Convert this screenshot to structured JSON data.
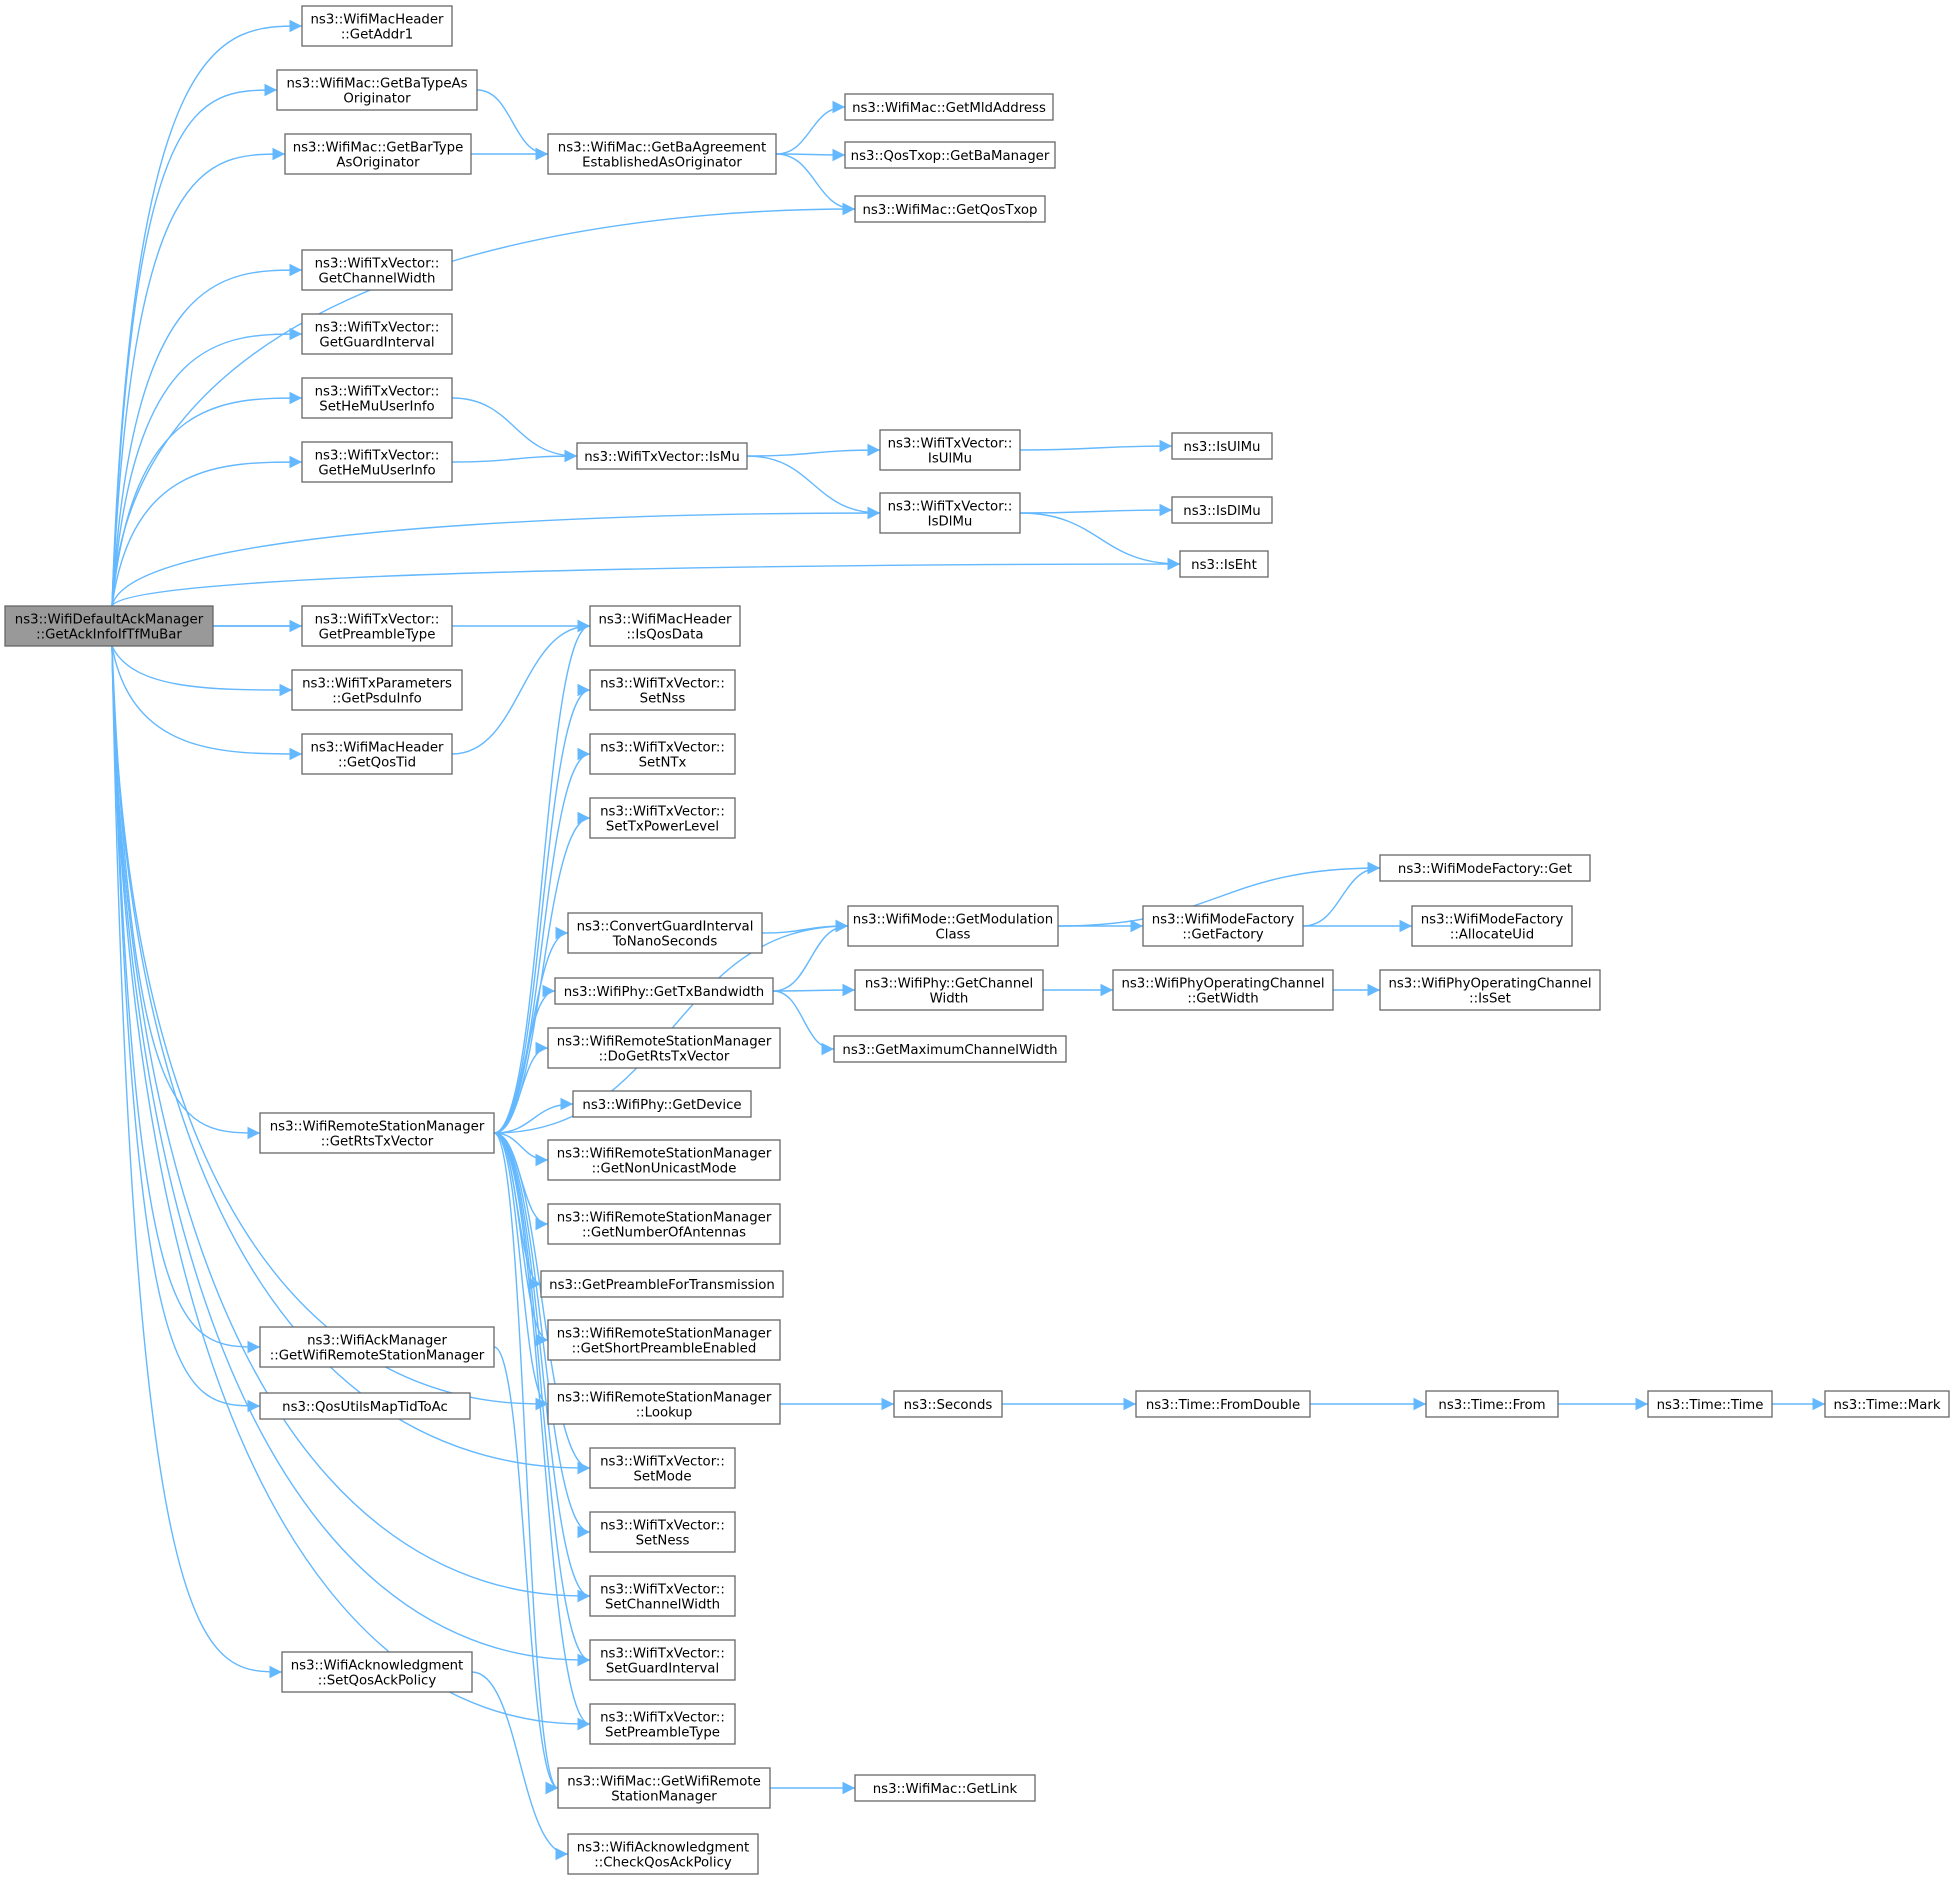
{
  "nodes": [
    {
      "id": "root",
      "lines": [
        "ns3::WifiDefaultAckManager",
        "::GetAckInfoIfTfMuBar"
      ],
      "root": true
    },
    {
      "id": "getaddr1",
      "lines": [
        "ns3::WifiMacHeader",
        "::GetAddr1"
      ]
    },
    {
      "id": "getbatypeas",
      "lines": [
        "ns3::WifiMac::GetBaTypeAs",
        "Originator"
      ]
    },
    {
      "id": "getbartype",
      "lines": [
        "ns3::WifiMac::GetBarType",
        "AsOriginator"
      ]
    },
    {
      "id": "getbaagreement",
      "lines": [
        "ns3::WifiMac::GetBaAgreement",
        "EstablishedAsOriginator"
      ]
    },
    {
      "id": "getmldaddress",
      "lines": [
        "ns3::WifiMac::GetMldAddress"
      ]
    },
    {
      "id": "getbamanager",
      "lines": [
        "ns3::QosTxop::GetBaManager"
      ]
    },
    {
      "id": "getqostxop",
      "lines": [
        "ns3::WifiMac::GetQosTxop"
      ]
    },
    {
      "id": "getchannelwidth",
      "lines": [
        "ns3::WifiTxVector::",
        "GetChannelWidth"
      ]
    },
    {
      "id": "getguardinterval",
      "lines": [
        "ns3::WifiTxVector::",
        "GetGuardInterval"
      ]
    },
    {
      "id": "sethemuuserinfo",
      "lines": [
        "ns3::WifiTxVector::",
        "SetHeMuUserInfo"
      ]
    },
    {
      "id": "gethemuuserinfo",
      "lines": [
        "ns3::WifiTxVector::",
        "GetHeMuUserInfo"
      ]
    },
    {
      "id": "ismu",
      "lines": [
        "ns3::WifiTxVector::IsMu"
      ]
    },
    {
      "id": "isulmu_v",
      "lines": [
        "ns3::WifiTxVector::",
        "IsUlMu"
      ]
    },
    {
      "id": "isulmu",
      "lines": [
        "ns3::IsUlMu"
      ]
    },
    {
      "id": "isdlmu_v",
      "lines": [
        "ns3::WifiTxVector::",
        "IsDlMu"
      ]
    },
    {
      "id": "isdlmu",
      "lines": [
        "ns3::IsDlMu"
      ]
    },
    {
      "id": "iseht",
      "lines": [
        "ns3::IsEht"
      ]
    },
    {
      "id": "getpreambletype",
      "lines": [
        "ns3::WifiTxVector::",
        "GetPreambleType"
      ]
    },
    {
      "id": "getpsduinfo",
      "lines": [
        "ns3::WifiTxParameters",
        "::GetPsduInfo"
      ]
    },
    {
      "id": "getqostid",
      "lines": [
        "ns3::WifiMacHeader",
        "::GetQosTid"
      ]
    },
    {
      "id": "isqosdata",
      "lines": [
        "ns3::WifiMacHeader",
        "::IsQosData"
      ]
    },
    {
      "id": "setnss",
      "lines": [
        "ns3::WifiTxVector::",
        "SetNss"
      ]
    },
    {
      "id": "setntx",
      "lines": [
        "ns3::WifiTxVector::",
        "SetNTx"
      ]
    },
    {
      "id": "settxpowerlevel",
      "lines": [
        "ns3::WifiTxVector::",
        "SetTxPowerLevel"
      ]
    },
    {
      "id": "convertgi",
      "lines": [
        "ns3::ConvertGuardInterval",
        "ToNanoSeconds"
      ]
    },
    {
      "id": "getmodulationclass",
      "lines": [
        "ns3::WifiMode::GetModulation",
        "Class"
      ]
    },
    {
      "id": "modefactoryget",
      "lines": [
        "ns3::WifiModeFactory::Get"
      ]
    },
    {
      "id": "getfactory",
      "lines": [
        "ns3::WifiModeFactory",
        "::GetFactory"
      ]
    },
    {
      "id": "allocateuid",
      "lines": [
        "ns3::WifiModeFactory",
        "::AllocateUid"
      ]
    },
    {
      "id": "gettxbandwidth",
      "lines": [
        "ns3::WifiPhy::GetTxBandwidth"
      ]
    },
    {
      "id": "phygetchannelwidth",
      "lines": [
        "ns3::WifiPhy::GetChannel",
        "Width"
      ]
    },
    {
      "id": "opchgetwidth",
      "lines": [
        "ns3::WifiPhyOperatingChannel",
        "::GetWidth"
      ]
    },
    {
      "id": "opchisset",
      "lines": [
        "ns3::WifiPhyOperatingChannel",
        "::IsSet"
      ]
    },
    {
      "id": "getmaxchannelwidth",
      "lines": [
        "ns3::GetMaximumChannelWidth"
      ]
    },
    {
      "id": "dogetrtstxvector",
      "lines": [
        "ns3::WifiRemoteStationManager",
        "::DoGetRtsTxVector"
      ]
    },
    {
      "id": "getdevice",
      "lines": [
        "ns3::WifiPhy::GetDevice"
      ]
    },
    {
      "id": "getrtstxvector",
      "lines": [
        "ns3::WifiRemoteStationManager",
        "::GetRtsTxVector"
      ]
    },
    {
      "id": "getnonunicastmode",
      "lines": [
        "ns3::WifiRemoteStationManager",
        "::GetNonUnicastMode"
      ]
    },
    {
      "id": "getnumberofantennas",
      "lines": [
        "ns3::WifiRemoteStationManager",
        "::GetNumberOfAntennas"
      ]
    },
    {
      "id": "getpreamblefortx",
      "lines": [
        "ns3::GetPreambleForTransmission"
      ]
    },
    {
      "id": "getshortpreamble",
      "lines": [
        "ns3::WifiRemoteStationManager",
        "::GetShortPreambleEnabled"
      ]
    },
    {
      "id": "lookup",
      "lines": [
        "ns3::WifiRemoteStationManager",
        "::Lookup"
      ]
    },
    {
      "id": "seconds",
      "lines": [
        "ns3::Seconds"
      ]
    },
    {
      "id": "fromdouble",
      "lines": [
        "ns3::Time::FromDouble"
      ]
    },
    {
      "id": "timefrom",
      "lines": [
        "ns3::Time::From"
      ]
    },
    {
      "id": "timetime",
      "lines": [
        "ns3::Time::Time"
      ]
    },
    {
      "id": "timemark",
      "lines": [
        "ns3::Time::Mark"
      ]
    },
    {
      "id": "ackgetwrsm",
      "lines": [
        "ns3::WifiAckManager",
        "::GetWifiRemoteStationManager"
      ]
    },
    {
      "id": "qosutils",
      "lines": [
        "ns3::QosUtilsMapTidToAc"
      ]
    },
    {
      "id": "setmode",
      "lines": [
        "ns3::WifiTxVector::",
        "SetMode"
      ]
    },
    {
      "id": "setness",
      "lines": [
        "ns3::WifiTxVector::",
        "SetNess"
      ]
    },
    {
      "id": "setchannelwidth",
      "lines": [
        "ns3::WifiTxVector::",
        "SetChannelWidth"
      ]
    },
    {
      "id": "setguardinterval",
      "lines": [
        "ns3::WifiTxVector::",
        "SetGuardInterval"
      ]
    },
    {
      "id": "setpreambletype",
      "lines": [
        "ns3::WifiTxVector::",
        "SetPreambleType"
      ]
    },
    {
      "id": "setqosackpolicy",
      "lines": [
        "ns3::WifiAcknowledgment",
        "::SetQosAckPolicy"
      ]
    },
    {
      "id": "macgetwrsm",
      "lines": [
        "ns3::WifiMac::GetWifiRemote",
        "StationManager"
      ]
    },
    {
      "id": "getlink",
      "lines": [
        "ns3::WifiMac::GetLink"
      ]
    },
    {
      "id": "checkqosackpolicy",
      "lines": [
        "ns3::WifiAcknowledgment",
        "::CheckQosAckPolicy"
      ]
    }
  ],
  "edges": [
    [
      "root",
      "getaddr1"
    ],
    [
      "root",
      "getbatypeas"
    ],
    [
      "root",
      "getbartype"
    ],
    [
      "root",
      "getqostxop"
    ],
    [
      "root",
      "getchannelwidth"
    ],
    [
      "root",
      "getguardinterval"
    ],
    [
      "root",
      "sethemuuserinfo"
    ],
    [
      "root",
      "gethemuuserinfo"
    ],
    [
      "root",
      "isdlmu_v"
    ],
    [
      "root",
      "iseht"
    ],
    [
      "root",
      "getpreambletype"
    ],
    [
      "root",
      "getpsduinfo"
    ],
    [
      "root",
      "getqostid"
    ],
    [
      "root",
      "isqosdata"
    ],
    [
      "root",
      "getrtstxvector"
    ],
    [
      "root",
      "ackgetwrsm"
    ],
    [
      "root",
      "qosutils"
    ],
    [
      "root",
      "setqosackpolicy"
    ],
    [
      "root",
      "lookup"
    ],
    [
      "root",
      "setmode"
    ],
    [
      "root",
      "setchannelwidth"
    ],
    [
      "root",
      "setguardinterval"
    ],
    [
      "root",
      "setpreambletype"
    ],
    [
      "getbatypeas",
      "getbaagreement"
    ],
    [
      "getbartype",
      "getbaagreement"
    ],
    [
      "getbaagreement",
      "getmldaddress"
    ],
    [
      "getbaagreement",
      "getbamanager"
    ],
    [
      "getbaagreement",
      "getqostxop"
    ],
    [
      "sethemuuserinfo",
      "ismu"
    ],
    [
      "gethemuuserinfo",
      "ismu"
    ],
    [
      "ismu",
      "isulmu_v"
    ],
    [
      "ismu",
      "isdlmu_v"
    ],
    [
      "isulmu_v",
      "isulmu"
    ],
    [
      "isdlmu_v",
      "isdlmu"
    ],
    [
      "isdlmu_v",
      "iseht"
    ],
    [
      "getqostid",
      "isqosdata"
    ],
    [
      "getrtstxvector",
      "isqosdata"
    ],
    [
      "getrtstxvector",
      "setnss"
    ],
    [
      "getrtstxvector",
      "setntx"
    ],
    [
      "getrtstxvector",
      "settxpowerlevel"
    ],
    [
      "getrtstxvector",
      "getmodulationclass"
    ],
    [
      "getrtstxvector",
      "convertgi"
    ],
    [
      "getrtstxvector",
      "gettxbandwidth"
    ],
    [
      "getrtstxvector",
      "dogetrtstxvector"
    ],
    [
      "getrtstxvector",
      "getdevice"
    ],
    [
      "getrtstxvector",
      "getnonunicastmode"
    ],
    [
      "getrtstxvector",
      "getnumberofantennas"
    ],
    [
      "getrtstxvector",
      "getpreamblefortx"
    ],
    [
      "getrtstxvector",
      "getshortpreamble"
    ],
    [
      "getrtstxvector",
      "lookup"
    ],
    [
      "getrtstxvector",
      "setmode"
    ],
    [
      "getrtstxvector",
      "setness"
    ],
    [
      "getrtstxvector",
      "setchannelwidth"
    ],
    [
      "getrtstxvector",
      "setguardinterval"
    ],
    [
      "getrtstxvector",
      "setpreambletype"
    ],
    [
      "getrtstxvector",
      "macgetwrsm"
    ],
    [
      "convertgi",
      "getmodulationclass"
    ],
    [
      "gettxbandwidth",
      "getmodulationclass"
    ],
    [
      "gettxbandwidth",
      "phygetchannelwidth"
    ],
    [
      "gettxbandwidth",
      "getmaxchannelwidth"
    ],
    [
      "getmodulationclass",
      "modefactoryget"
    ],
    [
      "getmodulationclass",
      "getfactory"
    ],
    [
      "getfactory",
      "modefactoryget"
    ],
    [
      "getfactory",
      "allocateuid"
    ],
    [
      "phygetchannelwidth",
      "opchgetwidth"
    ],
    [
      "opchgetwidth",
      "opchisset"
    ],
    [
      "lookup",
      "seconds"
    ],
    [
      "seconds",
      "fromdouble"
    ],
    [
      "fromdouble",
      "timefrom"
    ],
    [
      "timefrom",
      "timetime"
    ],
    [
      "timetime",
      "timemark"
    ],
    [
      "ackgetwrsm",
      "macgetwrsm"
    ],
    [
      "macgetwrsm",
      "getlink"
    ],
    [
      "setqosackpolicy",
      "checkqosackpolicy"
    ]
  ]
}
